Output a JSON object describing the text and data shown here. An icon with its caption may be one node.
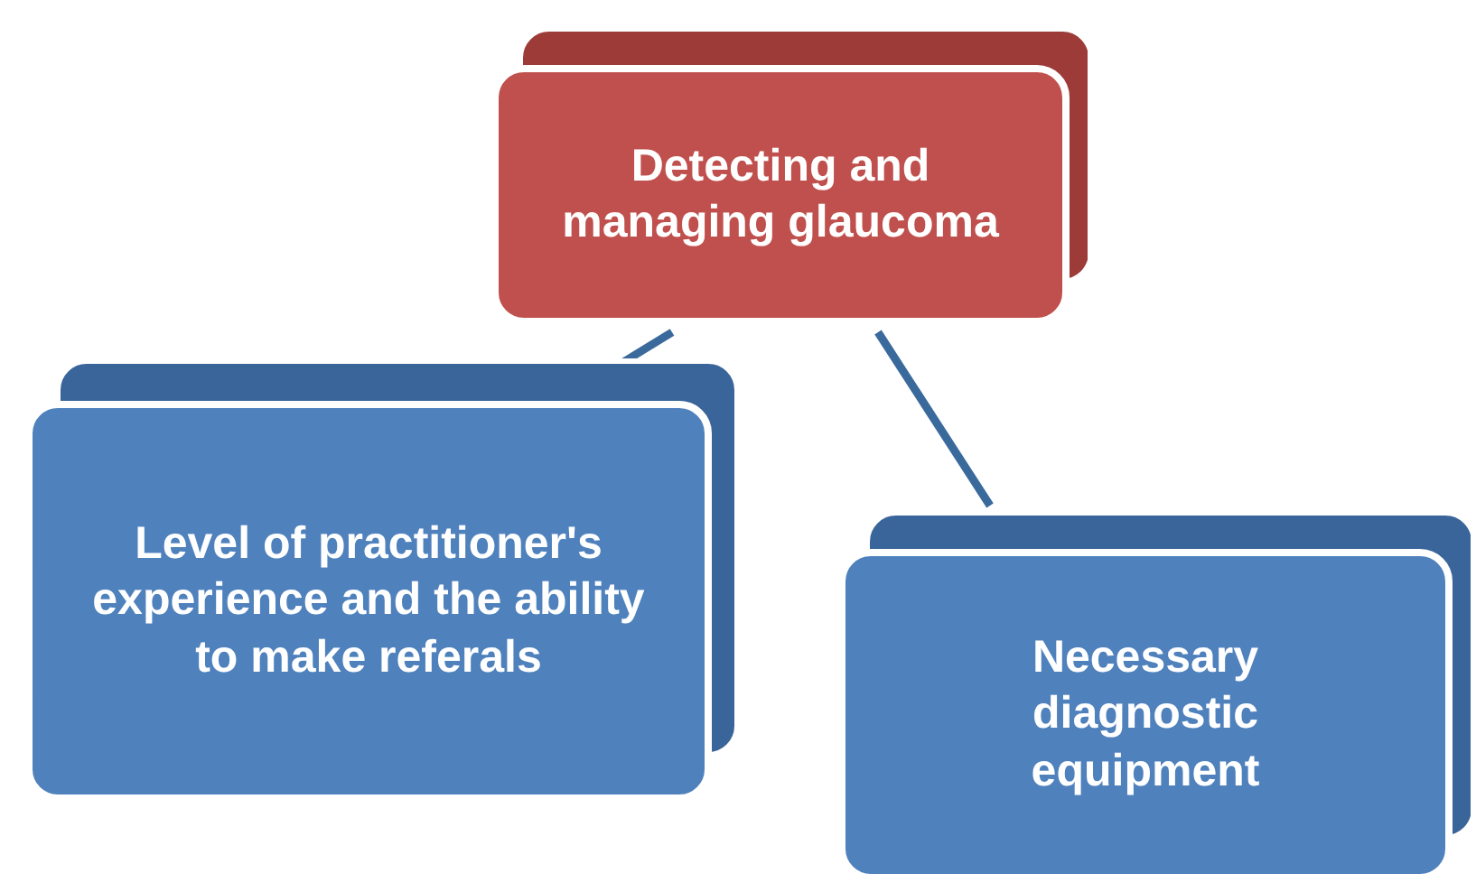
{
  "diagram": {
    "nodes": [
      {
        "text": [
          "Detecting and managing glaucoma"
        ]
      },
      {
        "text": [
          "Level of practitioner's experience and the ability to make referals"
        ]
      },
      {
        "text": [
          "Necessary diagnostic equipment"
        ]
      }
    ],
    "edges": [
      {
        "from": 0,
        "to": 1,
        "arrow": "none"
      },
      {
        "from": 0,
        "to": 2,
        "arrow": "none"
      }
    ]
  }
}
